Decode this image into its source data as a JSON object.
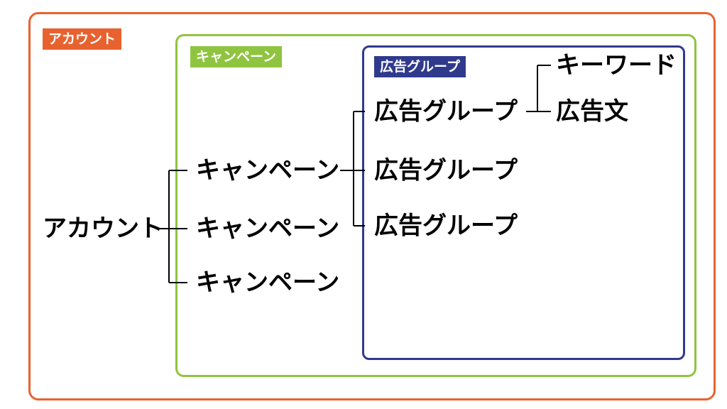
{
  "diagram": {
    "frames": {
      "account": {
        "label": "アカウント",
        "color": "#e8622f"
      },
      "campaign": {
        "label": "キャンペーン",
        "color": "#8fc440"
      },
      "adgroup": {
        "label": "広告グループ",
        "color": "#303a8c"
      }
    },
    "nodes": {
      "account": "アカウント",
      "campaigns": [
        "キャンペーン",
        "キャンペーン",
        "キャンペーン"
      ],
      "adgroups": [
        "広告グループ",
        "広告グループ",
        "広告グループ"
      ],
      "keyword": "キーワード",
      "ad_text": "広告文"
    }
  }
}
